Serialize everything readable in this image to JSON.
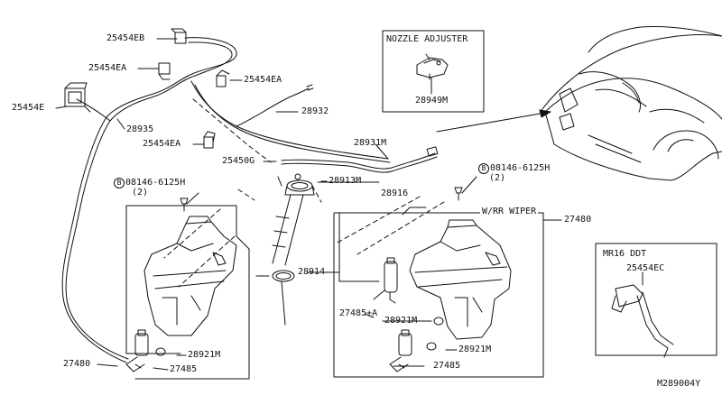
{
  "labels": {
    "p25454eb": "25454EB",
    "p25454ea_top": "25454EA",
    "p25454ea_right": "25454EA",
    "p25454e": "25454E",
    "p28935": "28935",
    "p28932": "28932",
    "p25454ea_mid": "25454EA",
    "p25450g": "25450G",
    "p28931m": "28931M",
    "p28913m": "28913M",
    "p28916": "28916",
    "bolt_left": "08146-6125H",
    "bolt_left_qty": "(2)",
    "bolt_right": "08146-6125H",
    "bolt_right_qty": "(2)",
    "p28914": "28914",
    "p27480_right": "27480",
    "p27485a": "27485+A",
    "p28921m_r1": "28921M",
    "p28921m_r2": "28921M",
    "p27485_r": "27485",
    "p28921m_l": "28921M",
    "p27480_left": "27480",
    "p27485_l": "27485",
    "p28949m": "28949M",
    "p25454ec": "25454EC",
    "bolt_symbol": "B"
  },
  "boxes": {
    "nozzle_adjuster": "NOZZLE ADJUSTER",
    "rr_wiper": "W/RR WIPER",
    "mr16": "MR16 DDT"
  },
  "diagram_code": "M289004Y"
}
